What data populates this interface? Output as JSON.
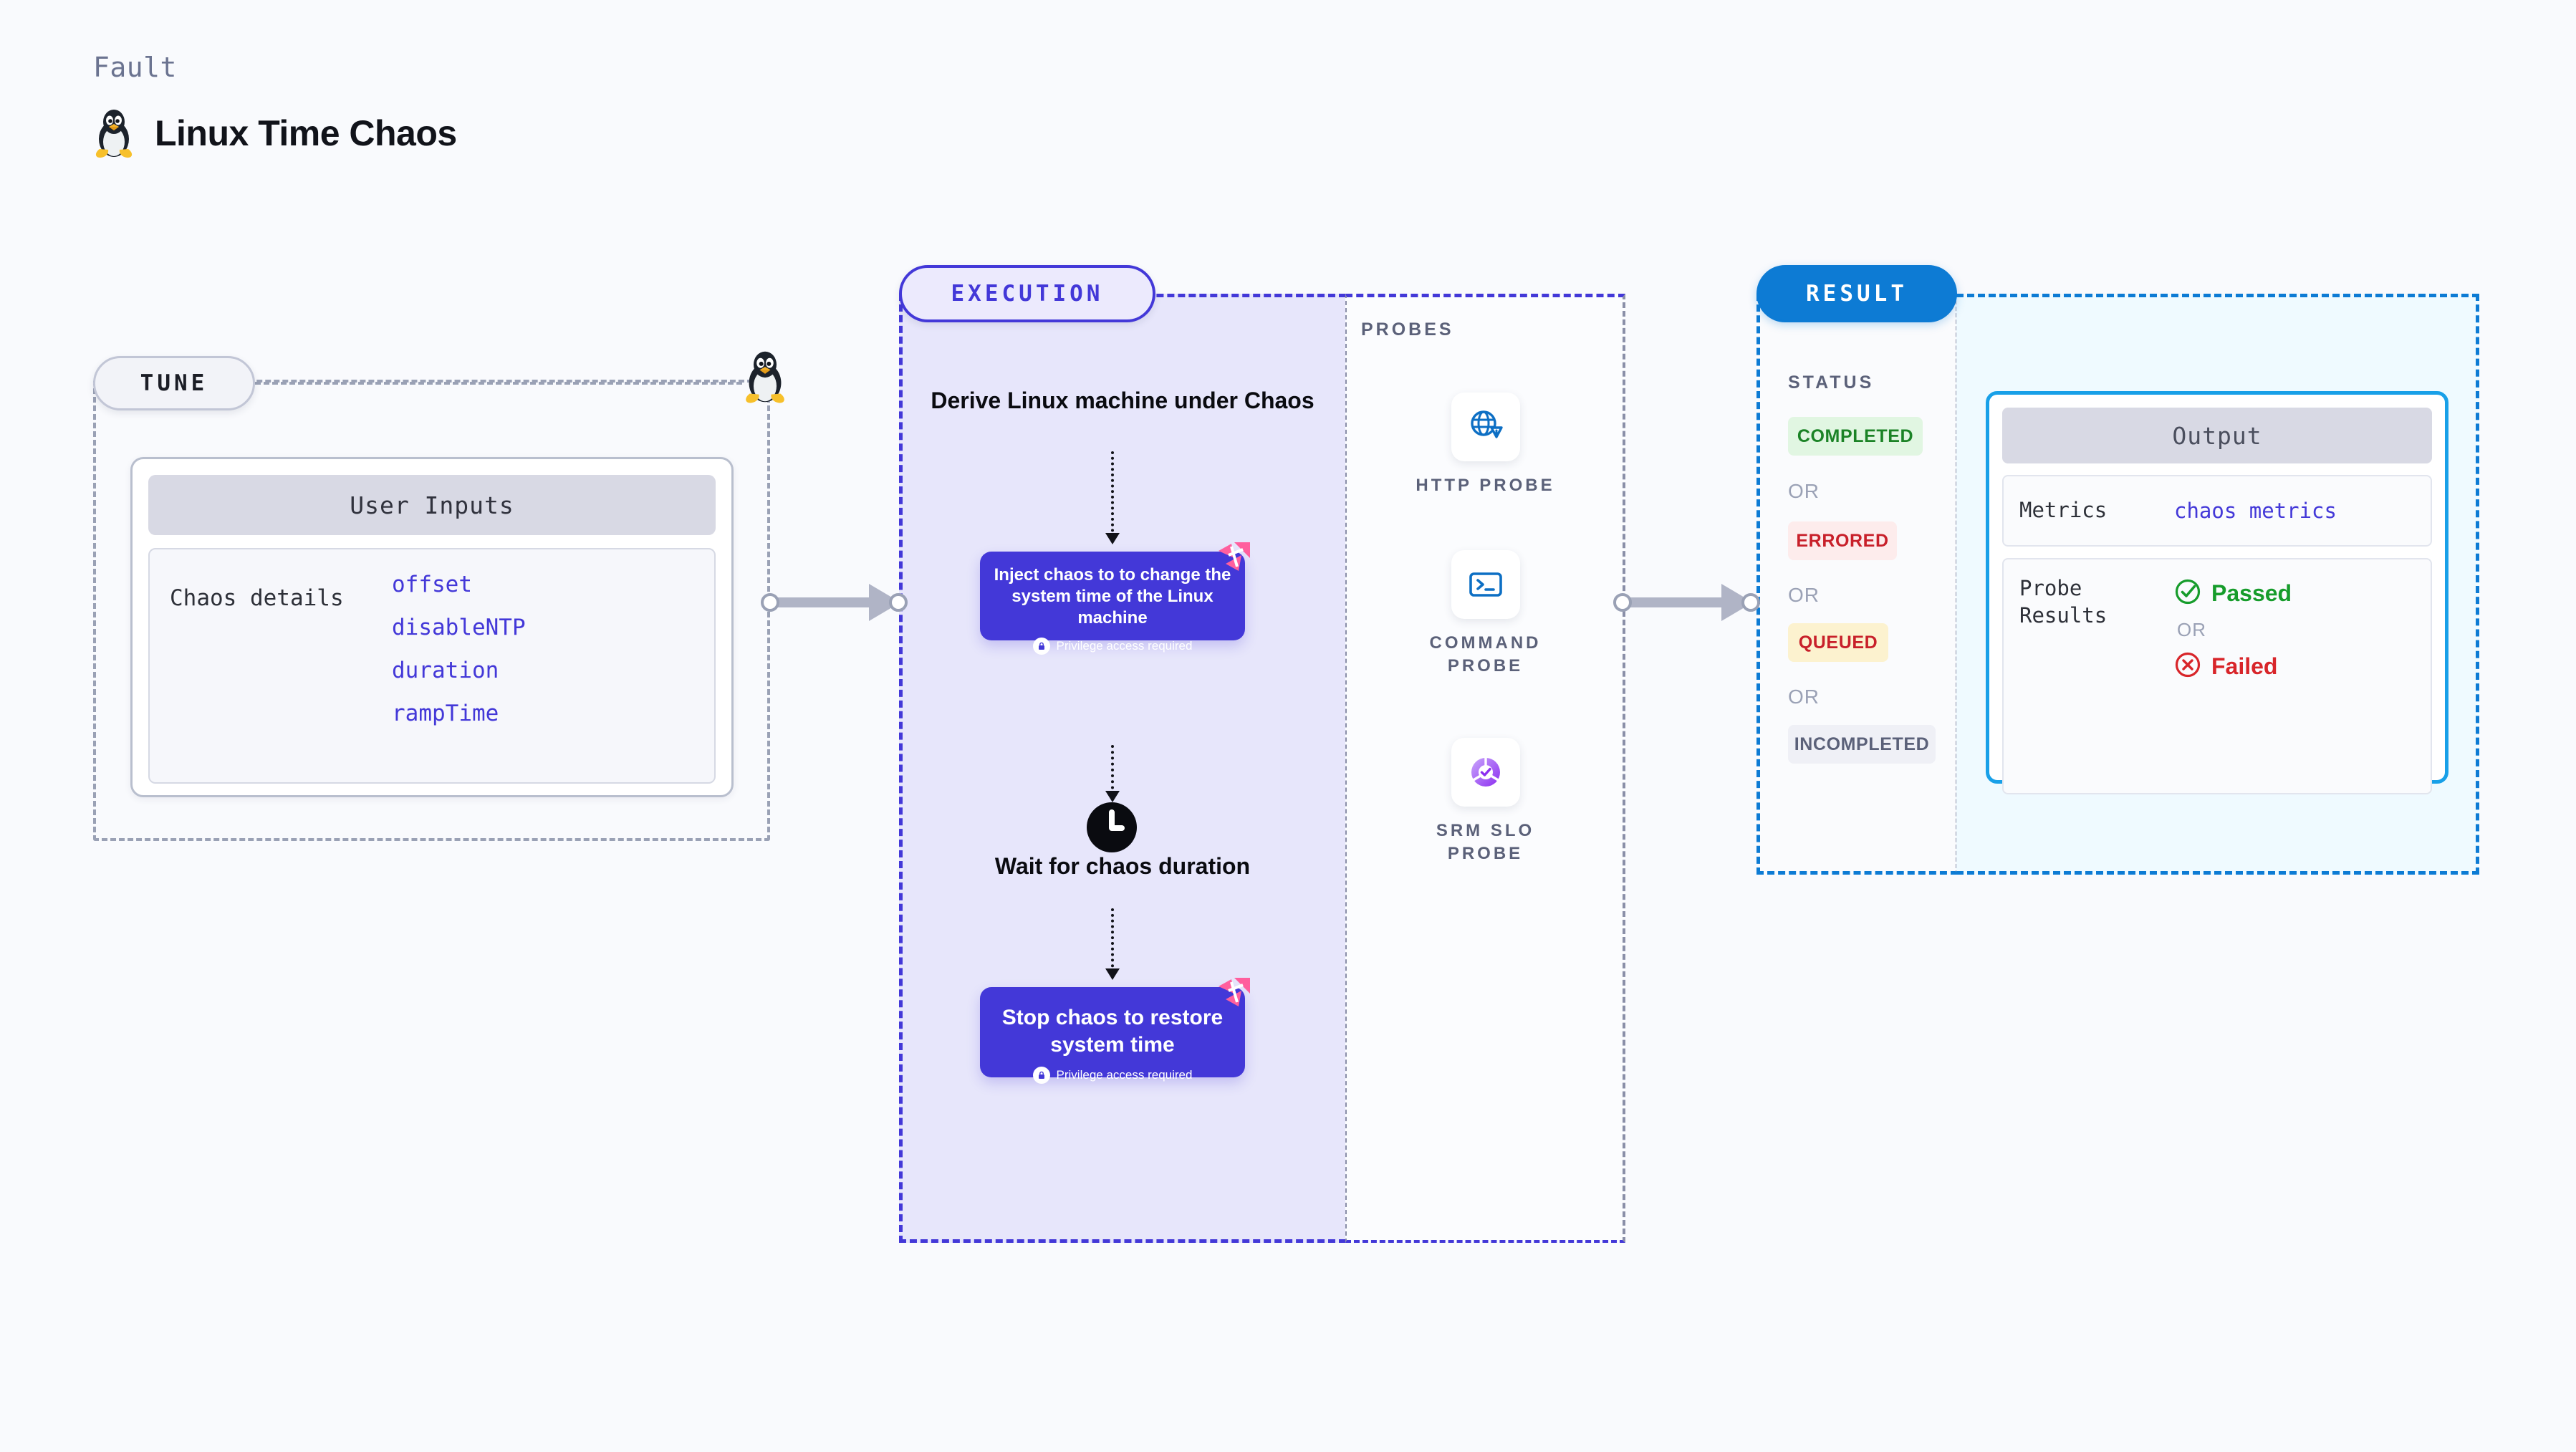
{
  "header": {
    "kicker": "Fault",
    "title": "Linux Time Chaos",
    "icon": "linux-penguin-icon"
  },
  "tune": {
    "pill_label": "TUNE",
    "card": {
      "header": "User Inputs",
      "details_label": "Chaos details",
      "params": [
        "offset",
        "disableNTP",
        "duration",
        "rampTime"
      ]
    }
  },
  "execution": {
    "pill_label": "EXECUTION",
    "steps": [
      {
        "type": "title",
        "text": "Derive Linux machine under Chaos"
      },
      {
        "type": "node",
        "text": "Inject chaos to to change the system time of the Linux machine",
        "privilege": "Privilege access required"
      },
      {
        "type": "title",
        "text": "Wait for chaos duration",
        "icon": "clock-icon"
      },
      {
        "type": "node",
        "text": "Stop chaos to restore system time",
        "privilege": "Privilege access required"
      }
    ]
  },
  "probes": {
    "label": "PROBES",
    "items": [
      {
        "name": "HTTP PROBE",
        "icon": "globe-warning-icon"
      },
      {
        "name": "COMMAND\nPROBE",
        "icon": "terminal-icon"
      },
      {
        "name": "SRM SLO\nPROBE",
        "icon": "slo-donut-check-icon"
      }
    ]
  },
  "result": {
    "pill_label": "RESULT",
    "status": {
      "label": "STATUS",
      "or_label": "OR",
      "badges": [
        {
          "text": "COMPLETED",
          "bg": "#e1f6e2",
          "color": "#1b8326"
        },
        {
          "text": "ERRORED",
          "bg": "#fdecec",
          "color": "#c8202a"
        },
        {
          "text": "QUEUED",
          "bg": "#fcf2cf",
          "color": "#c8202a"
        },
        {
          "text": "INCOMPLETED",
          "bg": "#eff0f6",
          "color": "#5b6179"
        }
      ]
    },
    "output": {
      "header": "Output",
      "metrics_key": "Metrics",
      "metrics_value": "chaos metrics",
      "probe_key": "Probe\nResults",
      "passed": "Passed",
      "or_label": "OR",
      "failed": "Failed"
    }
  },
  "colors": {
    "page_bg": "#f9fafd",
    "execution_accent": "#4338d8",
    "execution_bg": "#e7e6fb",
    "result_accent": "#0d7bd4",
    "output_bg": "#effaff",
    "output_border": "#18a0e8",
    "tune_border": "#9aa1b5",
    "connector": "#b0b4c6",
    "harness_pink": "#ff5f9e"
  }
}
